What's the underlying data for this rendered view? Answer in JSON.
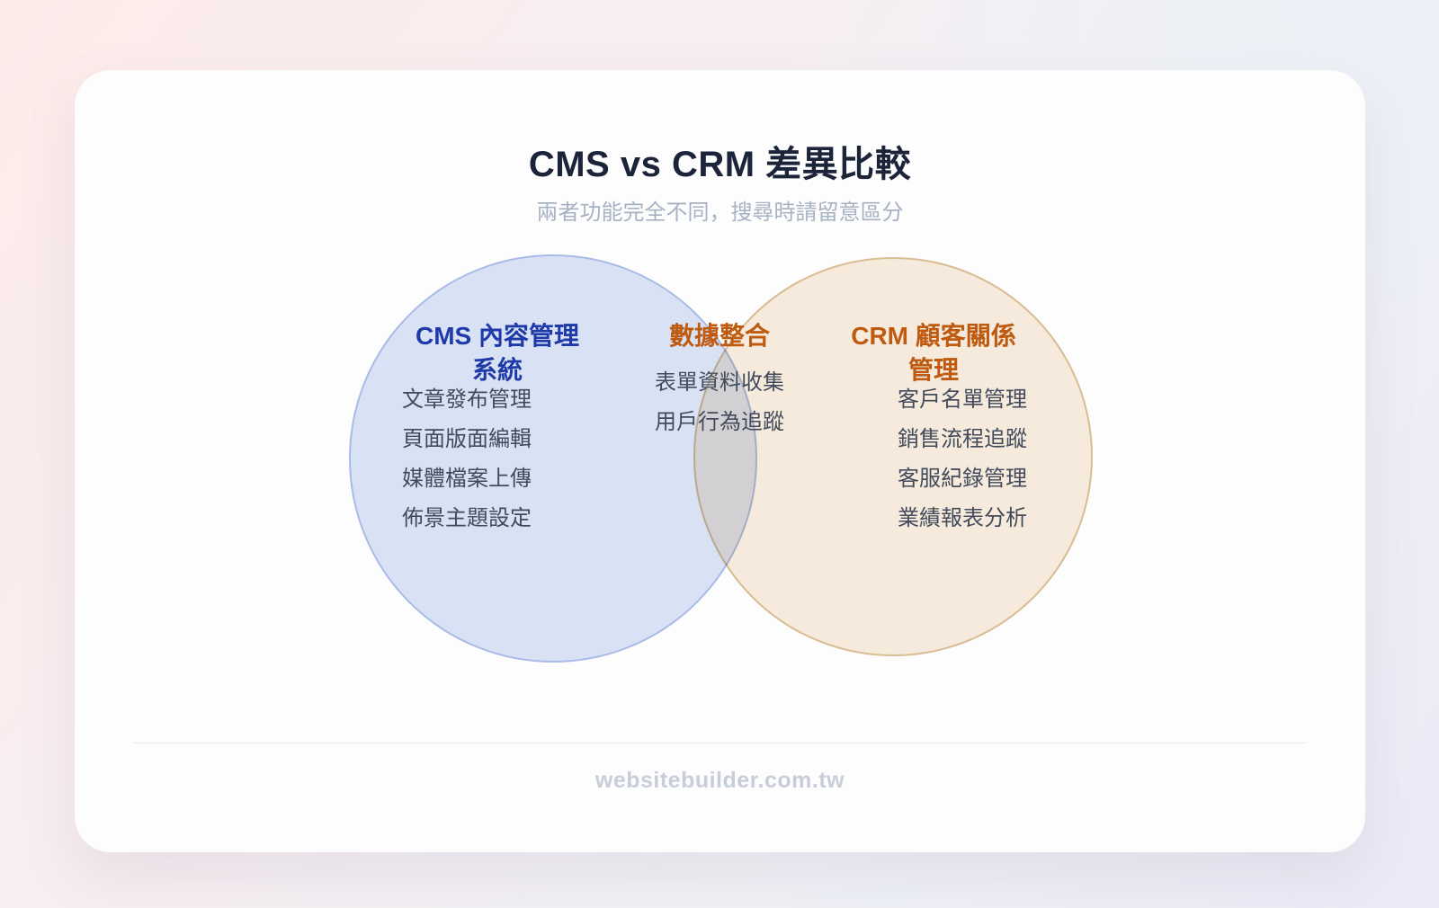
{
  "page": {
    "title": "CMS vs CRM 差異比較",
    "subtitle": "兩者功能完全不同，搜尋時請留意區分",
    "footer": "websitebuilder.com.tw"
  },
  "venn": {
    "cms": {
      "title_line1": "CMS 內容管理",
      "title_line2": "系統",
      "items": [
        "文章發布管理",
        "頁面版面編輯",
        "媒體檔案上傳",
        "佈景主題設定"
      ]
    },
    "shared": {
      "title": "數據整合",
      "items": [
        "表單資料收集",
        "用戶行為追蹤"
      ]
    },
    "crm": {
      "title_line1": "CRM 顧客關係",
      "title_line2": "管理",
      "items": [
        "客戶名單管理",
        "銷售流程追蹤",
        "客服紀錄管理",
        "業績報表分析"
      ]
    }
  },
  "colors": {
    "title-color": "#1b2438",
    "subtitle-color": "#a7b2c4",
    "cms-accent": "#1e3aa8",
    "crm-accent": "#bf5a11",
    "item-color": "#424b5c",
    "footer-color": "#c7cdd9",
    "cms-fill": "#dbe3f6",
    "cms-border": "#a9bde8",
    "crm-fill": "#f7ecdc",
    "crm-border": "#dabf93"
  }
}
